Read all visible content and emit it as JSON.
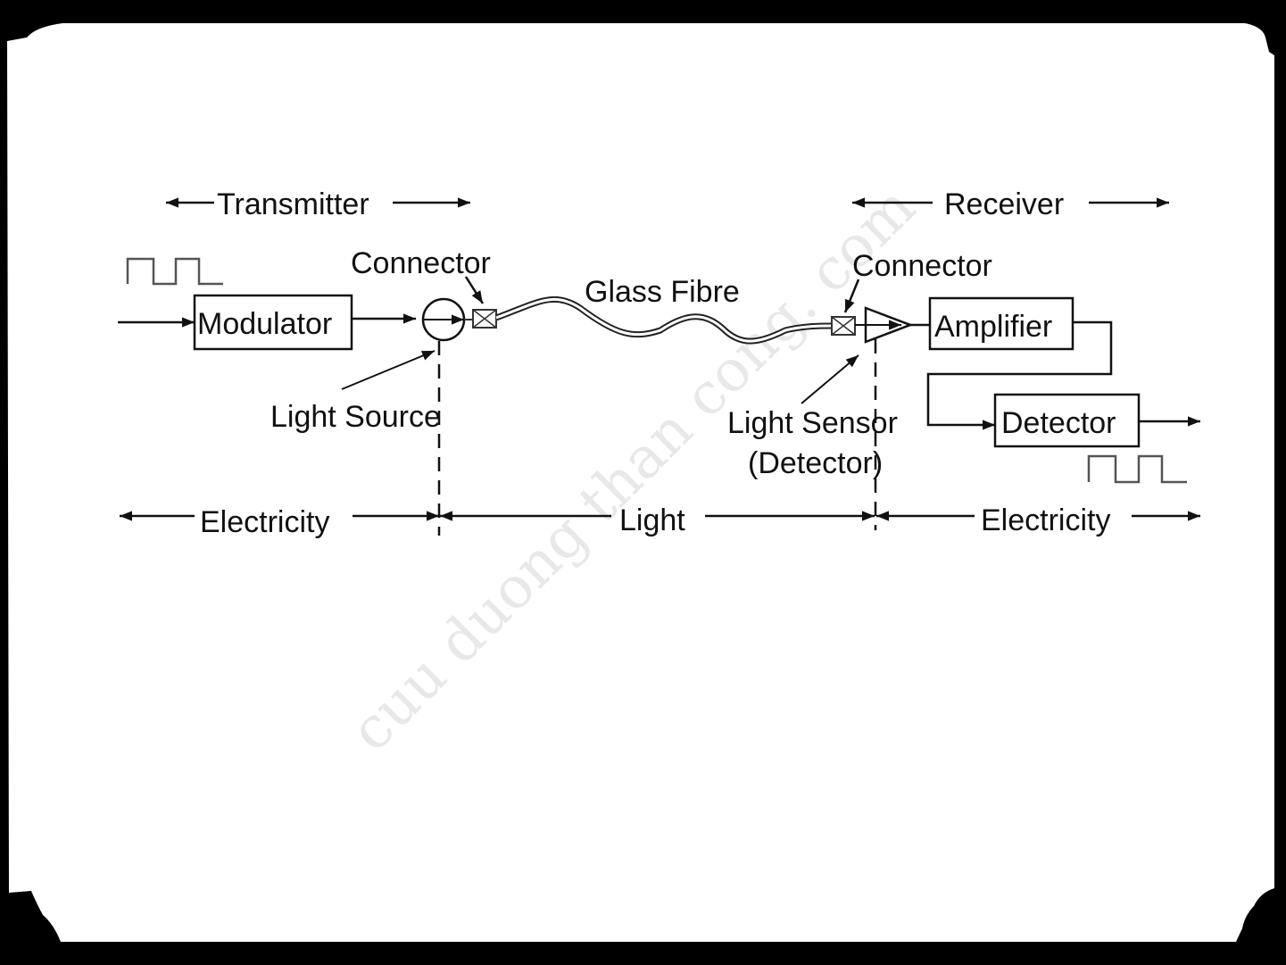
{
  "diagram": {
    "title": "Fibre optic link block diagram",
    "sections": {
      "transmitter": "Transmitter",
      "receiver": "Receiver"
    },
    "blocks": {
      "modulator": "Modulator",
      "amplifier": "Amplifier",
      "detector": "Detector"
    },
    "labels": {
      "connector_tx": "Connector",
      "connector_rx": "Connector",
      "glass_fibre": "Glass Fibre",
      "light_source": "Light Source",
      "light_sensor_line1": "Light Sensor",
      "light_sensor_line2": "(Detector)"
    },
    "domains": {
      "left": "Electricity",
      "middle": "Light",
      "right": "Electricity"
    },
    "watermark": "cuu duong than cong. com",
    "colors": {
      "frame": "#000000",
      "page": "#ffffff",
      "ink": "#111111",
      "signal_wave": "#555555",
      "watermark": "#e8e8e8"
    }
  }
}
